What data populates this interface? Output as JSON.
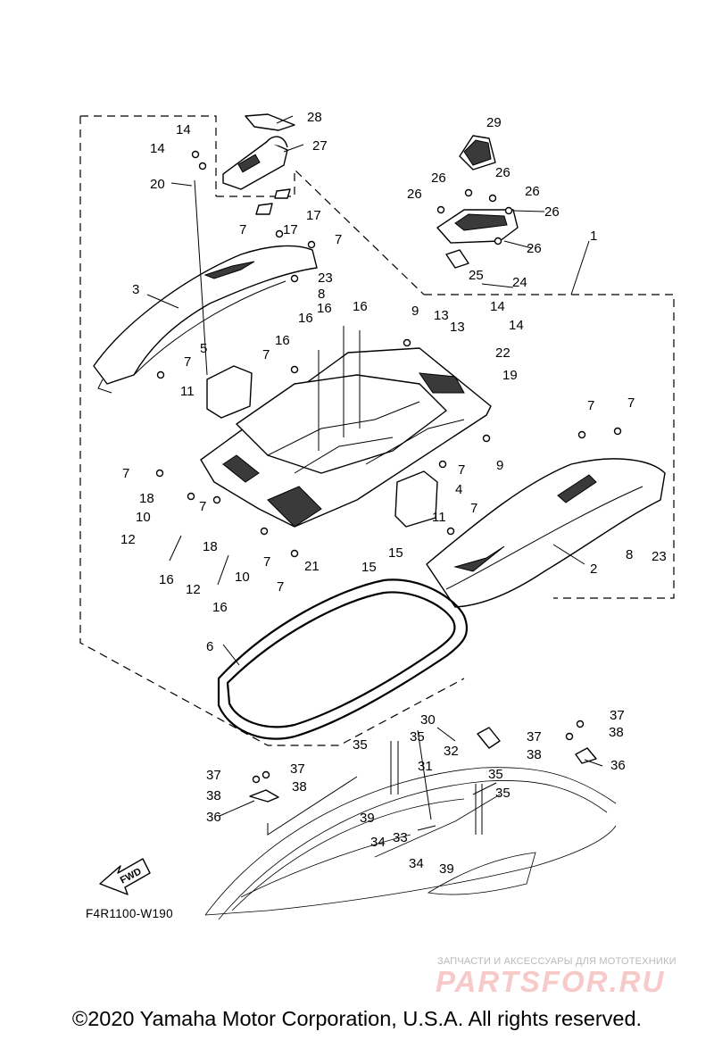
{
  "diagram": {
    "code": "F4R1100-W190",
    "fwd_label": "FWD",
    "callouts": [
      "2",
      "3",
      "4",
      "5",
      "6",
      "7",
      "8",
      "9",
      "10",
      "11",
      "12",
      "13",
      "14",
      "15",
      "16",
      "17",
      "18",
      "19",
      "20",
      "21",
      "22",
      "23",
      "24",
      "25",
      "26",
      "27",
      "28",
      "29",
      "30",
      "31",
      "32",
      "33",
      "34",
      "35",
      "36",
      "37",
      "38",
      "39"
    ]
  },
  "watermark": {
    "tagline": "ЗАПЧАСТИ И АКСЕССУАРЫ ДЛЯ МОТОТЕХНИКИ",
    "logo": "PARTSFOR.RU"
  },
  "footer": {
    "copyright": "©2020 Yamaha Motor Corporation, U.S.A. All rights reserved."
  }
}
